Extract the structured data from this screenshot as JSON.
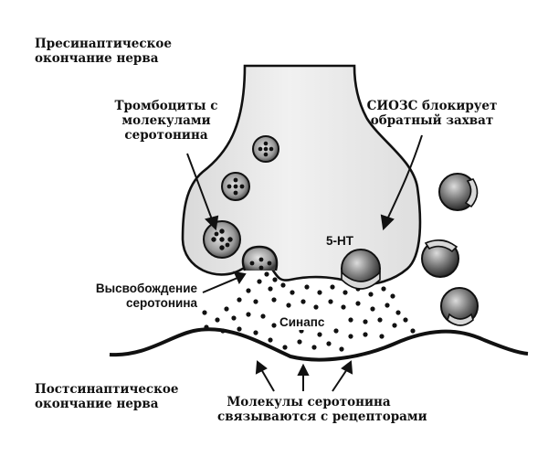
{
  "labels": {
    "presynaptic": "Пресинаптическое\nокончание нерва",
    "platelets": "Тромбоциты с\nмолекулами\nсеротонина",
    "ssri": "СИОЗС блокирует\nобратный захват",
    "five_ht": "5-HT",
    "release": "Высвобождение\nсеротонина",
    "synapse": "Синапс",
    "postsynaptic": "Постсинаптическое\nокончание нерва",
    "binding": "Молекулы серотонина\nсвязываются с рецепторами"
  }
}
